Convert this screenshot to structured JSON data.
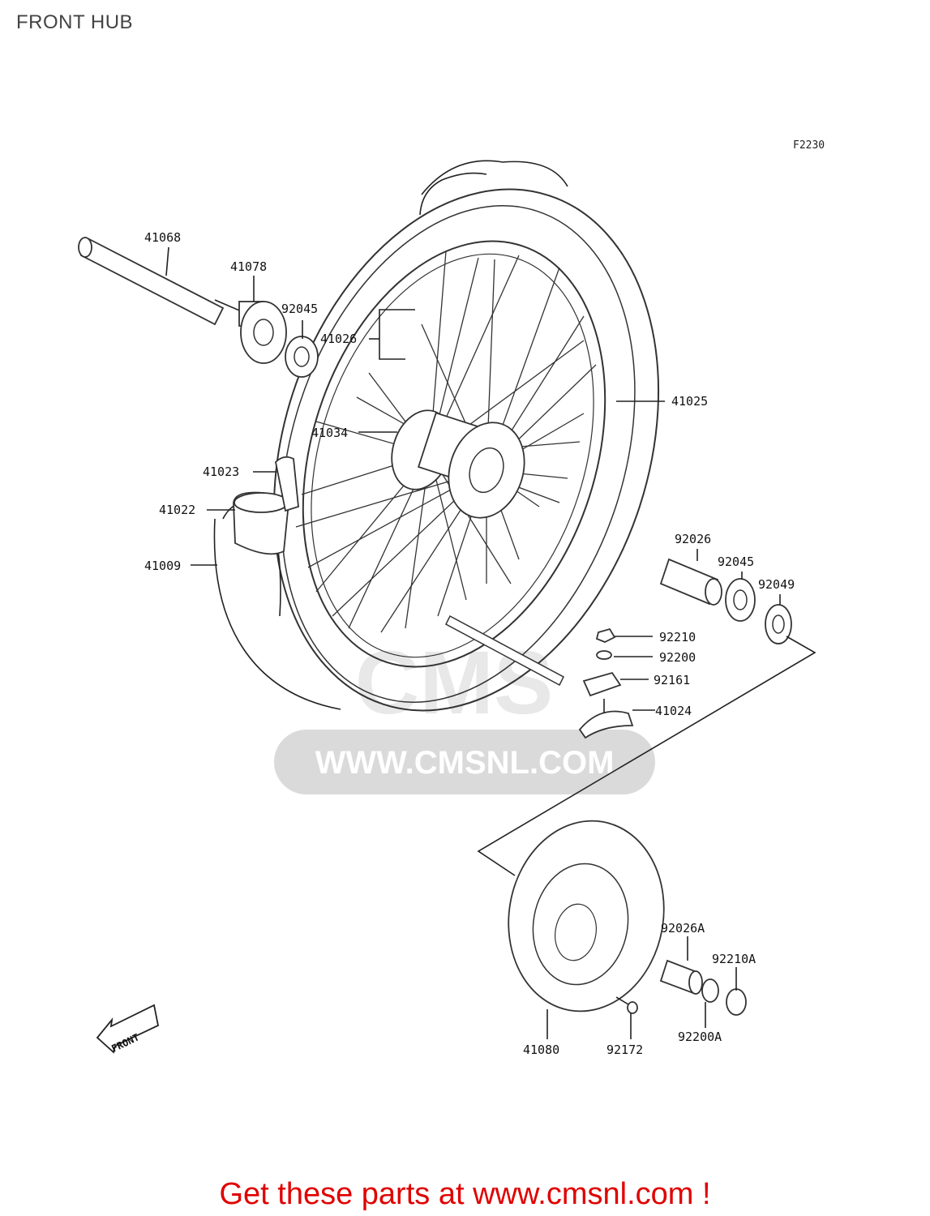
{
  "page": {
    "title": "FRONT HUB"
  },
  "figure": {
    "code": "F2230"
  },
  "parts": {
    "p41068": "41068",
    "p41078": "41078",
    "p92045a": "92045",
    "p41026": "41026",
    "p41025": "41025",
    "p41034": "41034",
    "p41023": "41023",
    "p41022": "41022",
    "p41009": "41009",
    "p92026": "92026",
    "p92045b": "92045",
    "p92049": "92049",
    "p92210": "92210",
    "p92200": "92200",
    "p92161": "92161",
    "p41024": "41024",
    "p92026A": "92026A",
    "p92210A": "92210A",
    "p41080": "41080",
    "p92172": "92172",
    "p92200A": "92200A"
  },
  "arrow": {
    "label": "FRONT"
  },
  "watermark": {
    "logo": "CMS",
    "url": "WWW.CMSNL.COM"
  },
  "footer": {
    "text": "Get these parts at www.cmsnl.com !"
  },
  "colors": {
    "footer": "#e00000",
    "watermark": "#d0d0d0",
    "line": "#222222"
  }
}
